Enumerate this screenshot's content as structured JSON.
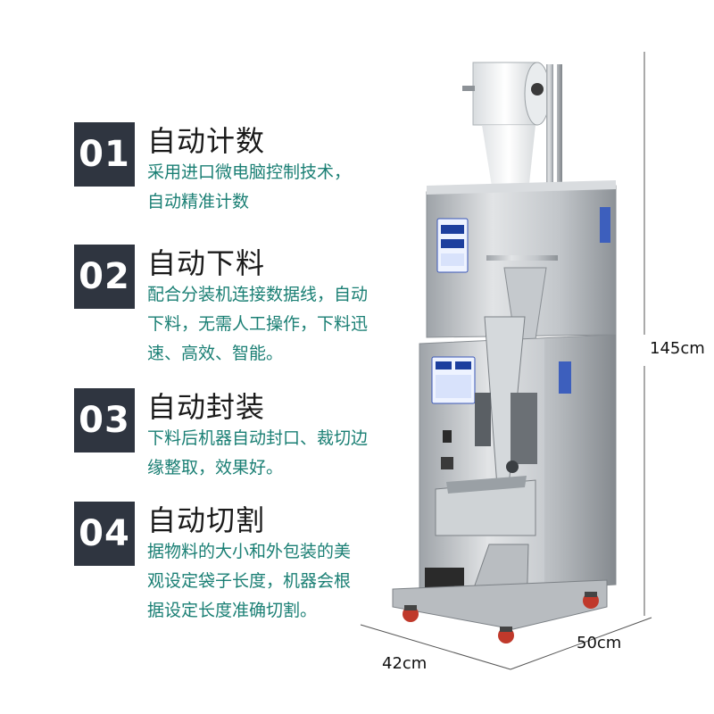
{
  "features": [
    {
      "number": "01",
      "title": "自动计数",
      "desc": "采用进口微电脑控制技术，自动精准计数"
    },
    {
      "number": "02",
      "title": "自动下料",
      "desc": "配合分装机连接数据线，自动下料，无需人工操作，下料迅速、高效、智能。"
    },
    {
      "number": "03",
      "title": "自动封装",
      "desc": "下料后机器自动封口、裁切边缘整取，效果好。"
    },
    {
      "number": "04",
      "title": "自动切割",
      "desc": "据物料的大小和外包装的美观设定袋子长度，机器会根据设定长度准确切割。"
    }
  ],
  "dimensions": {
    "height": "145cm",
    "depth": "50cm",
    "width": "42cm"
  },
  "colors": {
    "badge": "#2f3540",
    "desc_text": "#1a7f74",
    "title_text": "#1a1a1a",
    "steel": "#c9ccd0"
  }
}
